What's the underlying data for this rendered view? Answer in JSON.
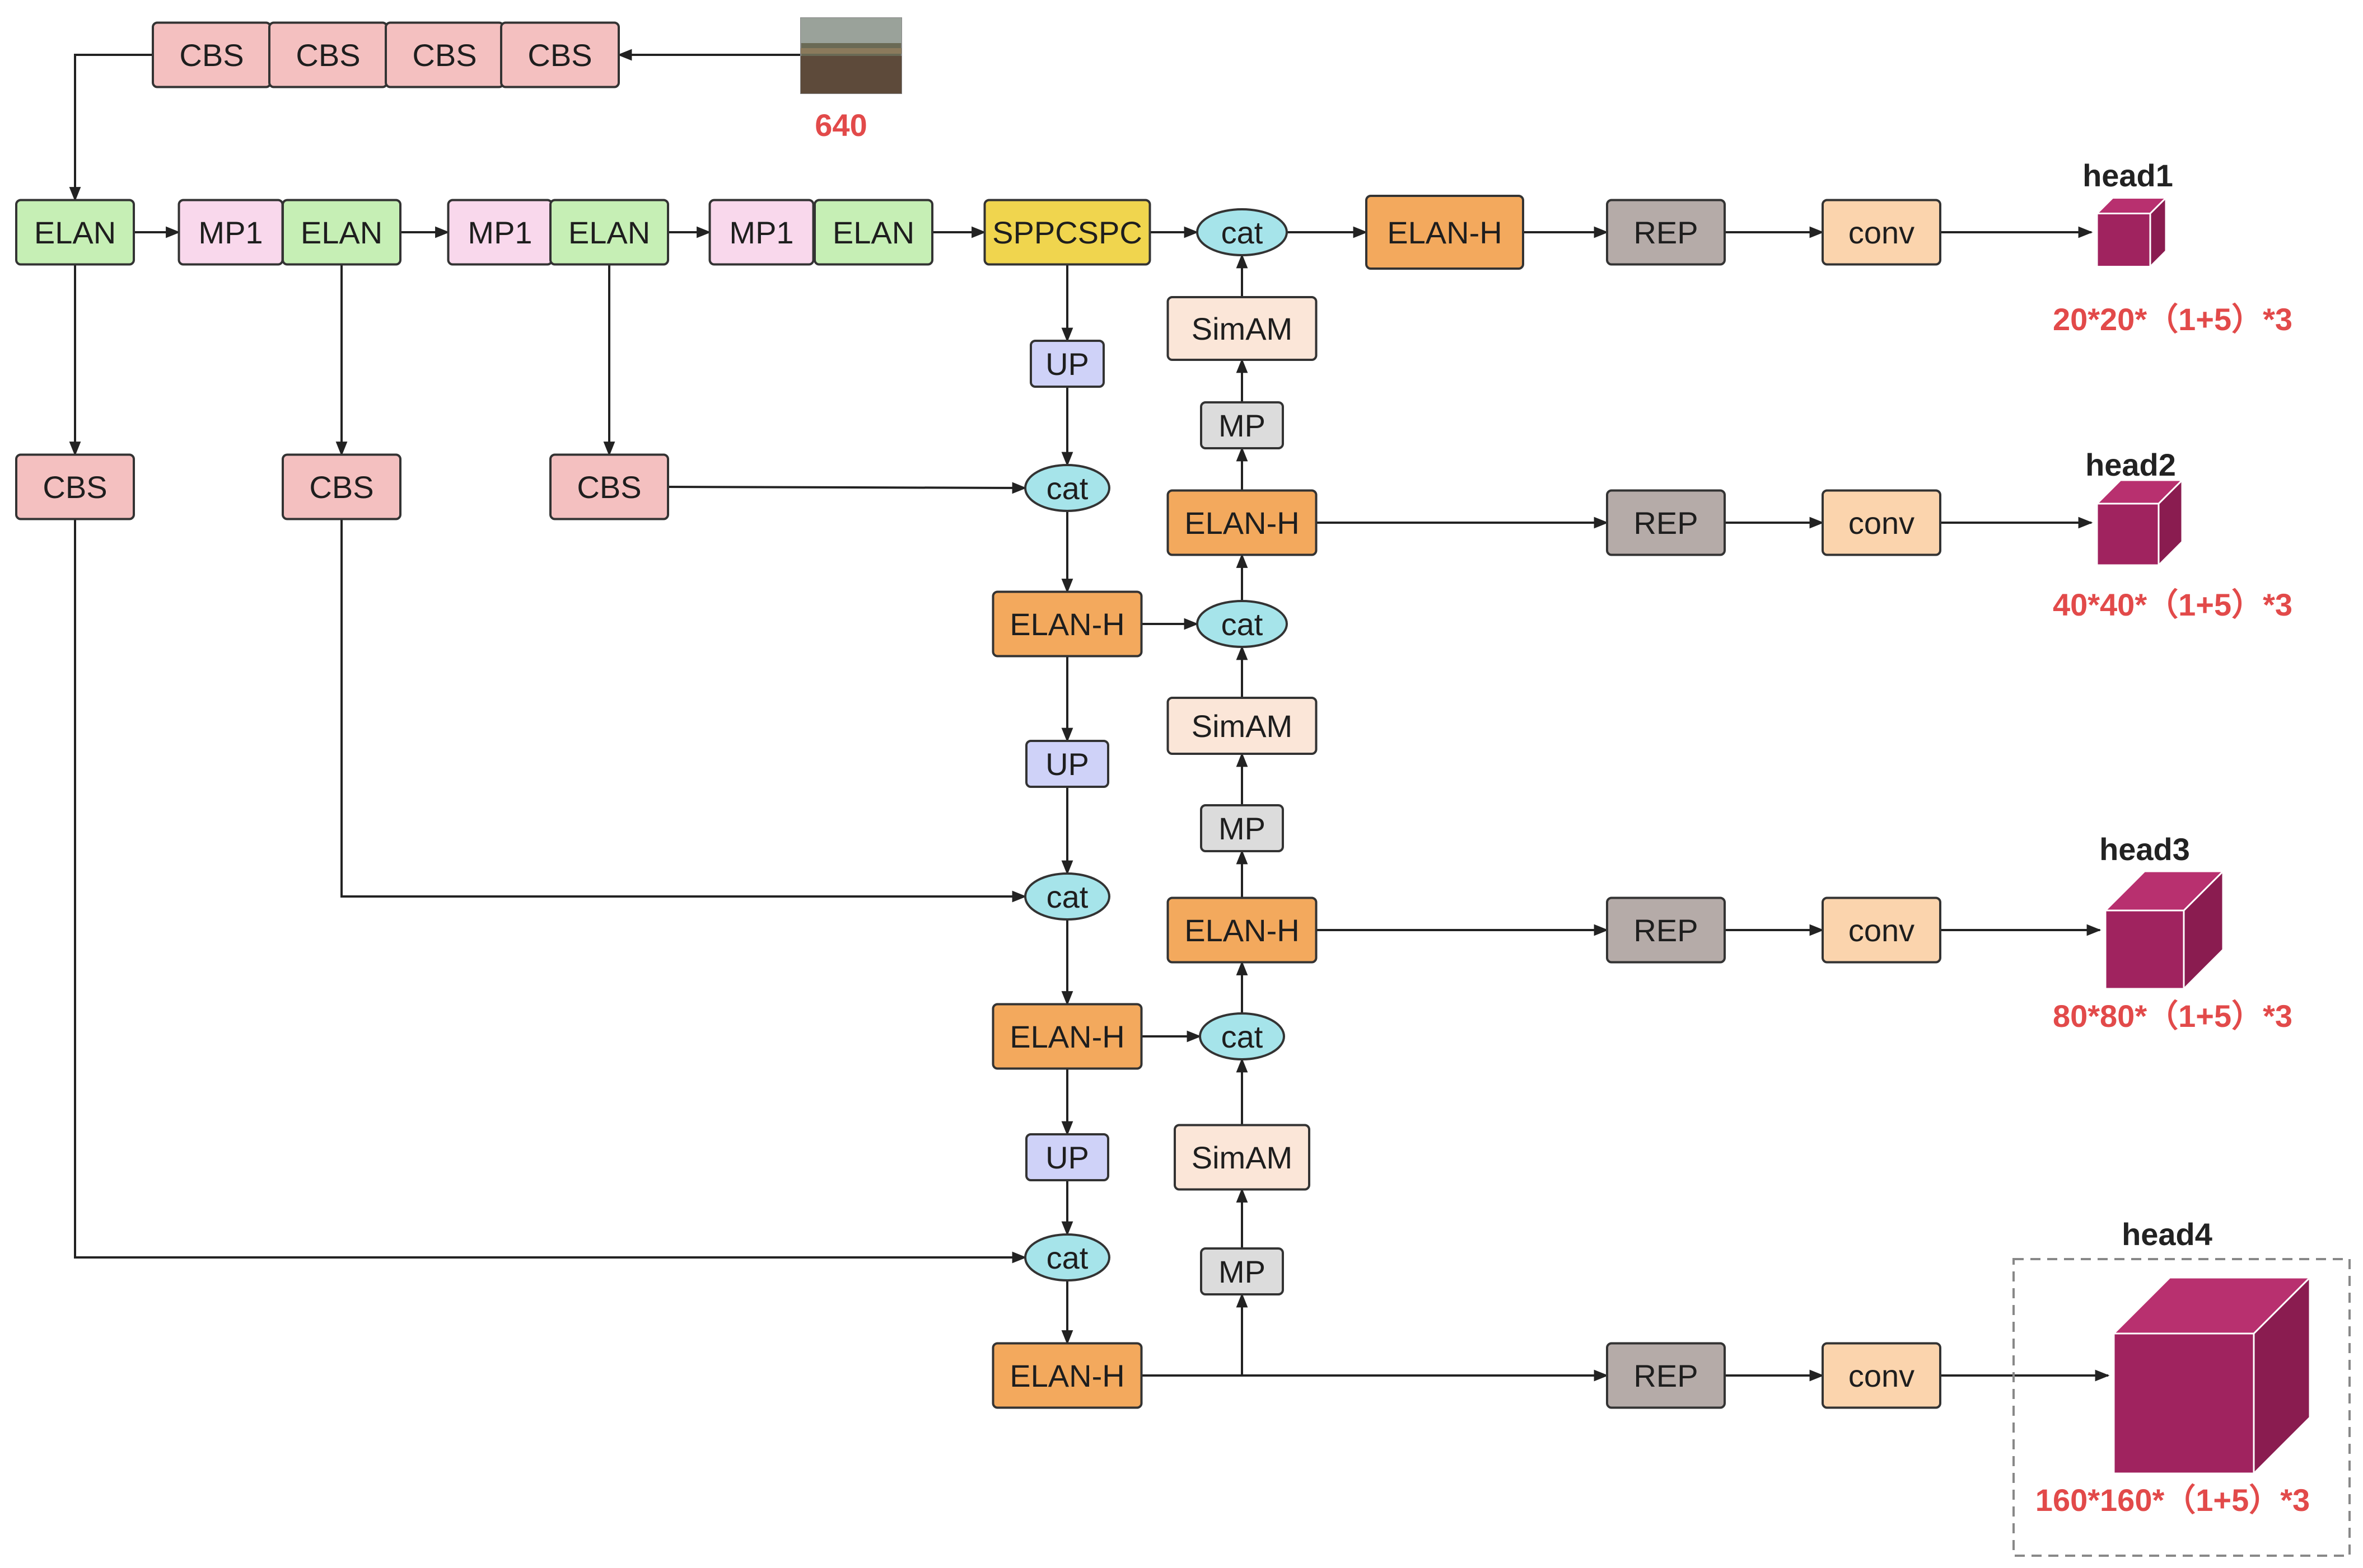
{
  "colors": {
    "cbs": "#f4c0c0",
    "elan": "#c6efb5",
    "mp1": "#f9d8ec",
    "sppcspc": "#f0d54e",
    "up": "#cfd2f8",
    "cat": "#a6e4ea",
    "elanh": "#f3a95d",
    "simam": "#fbe6d8",
    "mp": "#dcdcdc",
    "rep": "#b5aba8",
    "conv": "#fbd4ad",
    "cube": "#a0235f",
    "size_text": "#e24a4a"
  },
  "input": {
    "size_label": "640"
  },
  "nodes": [
    {
      "id": "stem1",
      "label": "CBS",
      "kind": "cbs"
    },
    {
      "id": "stem2",
      "label": "CBS",
      "kind": "cbs"
    },
    {
      "id": "stem3",
      "label": "CBS",
      "kind": "cbs"
    },
    {
      "id": "stem4",
      "label": "CBS",
      "kind": "cbs"
    },
    {
      "id": "elan1",
      "label": "ELAN",
      "kind": "elan"
    },
    {
      "id": "mp1a",
      "label": "MP1",
      "kind": "mp1"
    },
    {
      "id": "elan2",
      "label": "ELAN",
      "kind": "elan"
    },
    {
      "id": "mp1b",
      "label": "MP1",
      "kind": "mp1"
    },
    {
      "id": "elan3",
      "label": "ELAN",
      "kind": "elan"
    },
    {
      "id": "mp1c",
      "label": "MP1",
      "kind": "mp1"
    },
    {
      "id": "elan4",
      "label": "ELAN",
      "kind": "elan"
    },
    {
      "id": "sppcspc",
      "label": "SPPCSPC",
      "kind": "sppcspc"
    },
    {
      "id": "cbs1",
      "label": "CBS",
      "kind": "cbs"
    },
    {
      "id": "cbs2",
      "label": "CBS",
      "kind": "cbs"
    },
    {
      "id": "cbs3",
      "label": "CBS",
      "kind": "cbs"
    },
    {
      "id": "up1",
      "label": "UP",
      "kind": "up"
    },
    {
      "id": "cat_l1",
      "label": "cat",
      "kind": "cat"
    },
    {
      "id": "elanh_l1",
      "label": "ELAN-H",
      "kind": "elanh"
    },
    {
      "id": "up2",
      "label": "UP",
      "kind": "up"
    },
    {
      "id": "cat_l2",
      "label": "cat",
      "kind": "cat"
    },
    {
      "id": "elanh_l2",
      "label": "ELAN-H",
      "kind": "elanh"
    },
    {
      "id": "up3",
      "label": "UP",
      "kind": "up"
    },
    {
      "id": "cat_l3",
      "label": "cat",
      "kind": "cat"
    },
    {
      "id": "elanh_l3",
      "label": "ELAN-H",
      "kind": "elanh"
    },
    {
      "id": "mp_r3",
      "label": "MP",
      "kind": "mp"
    },
    {
      "id": "simam3",
      "label": "SimAM",
      "kind": "simam"
    },
    {
      "id": "cat_r3",
      "label": "cat",
      "kind": "cat"
    },
    {
      "id": "elanh_r3",
      "label": "ELAN-H",
      "kind": "elanh"
    },
    {
      "id": "mp_r2",
      "label": "MP",
      "kind": "mp"
    },
    {
      "id": "simam2",
      "label": "SimAM",
      "kind": "simam"
    },
    {
      "id": "cat_r2",
      "label": "cat",
      "kind": "cat"
    },
    {
      "id": "elanh_r2",
      "label": "ELAN-H",
      "kind": "elanh"
    },
    {
      "id": "mp_r1",
      "label": "MP",
      "kind": "mp"
    },
    {
      "id": "simam1",
      "label": "SimAM",
      "kind": "simam"
    },
    {
      "id": "cat_r1",
      "label": "cat",
      "kind": "cat"
    },
    {
      "id": "elanh_top",
      "label": "ELAN-H",
      "kind": "elanh"
    },
    {
      "id": "rep1",
      "label": "REP",
      "kind": "rep"
    },
    {
      "id": "conv1",
      "label": "conv",
      "kind": "conv"
    },
    {
      "id": "rep2",
      "label": "REP",
      "kind": "rep"
    },
    {
      "id": "conv2",
      "label": "conv",
      "kind": "conv"
    },
    {
      "id": "rep3",
      "label": "REP",
      "kind": "rep"
    },
    {
      "id": "conv3",
      "label": "conv",
      "kind": "conv"
    },
    {
      "id": "rep4",
      "label": "REP",
      "kind": "rep"
    },
    {
      "id": "conv4",
      "label": "conv",
      "kind": "conv"
    }
  ],
  "heads": [
    {
      "id": "head1",
      "title": "head1",
      "size": "20*20*（1+5）*3"
    },
    {
      "id": "head2",
      "title": "head2",
      "size": "40*40*（1+5）*3"
    },
    {
      "id": "head3",
      "title": "head3",
      "size": "80*80*（1+5）*3"
    },
    {
      "id": "head4",
      "title": "head4",
      "size": "160*160*（1+5）*3"
    }
  ]
}
